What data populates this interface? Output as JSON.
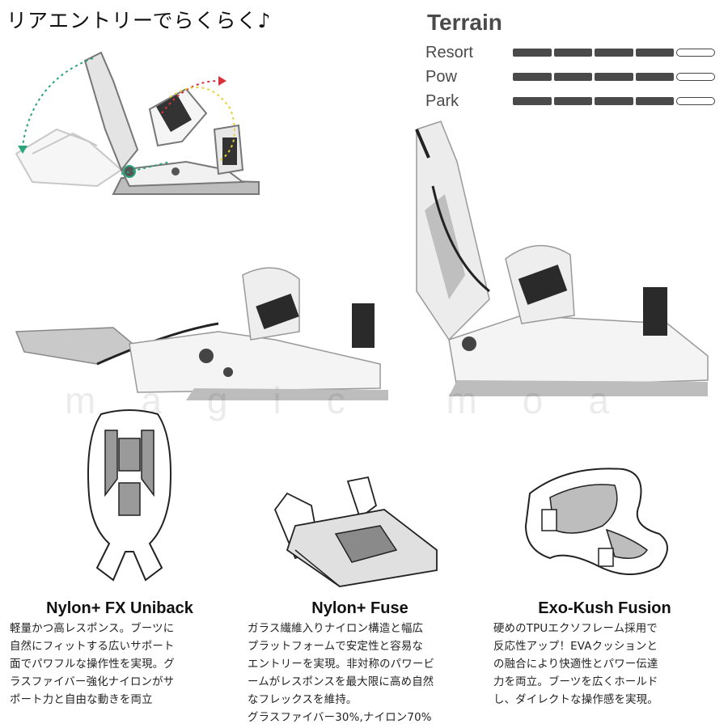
{
  "headline": "リアエントリーでらくらく♪",
  "terrain": {
    "title": "Terrain",
    "segments": 5,
    "rows": [
      {
        "label": "Resort",
        "level": 4
      },
      {
        "label": "Pow",
        "level": 4
      },
      {
        "label": "Park",
        "level": 4
      }
    ]
  },
  "watermark": "magic moa",
  "features": [
    {
      "title": "Nylon+ FX Uniback",
      "lines": [
        "軽量かつ高レスポンス。ブーツに",
        "自然にフィットする広いサポート",
        "面でパワフルな操作性を実現。グ",
        "ラスファイバー強化ナイロンがサ",
        "ポート力と自由な動きを両立"
      ]
    },
    {
      "title": "Nylon+ Fuse",
      "lines": [
        "ガラス繊維入りナイロン構造と幅広",
        "プラットフォームで安定性と容易な",
        "エントリーを実現。非対称のパワービ",
        "ームがレスポンスを最大限に高め自然",
        "なフレックスを維持。",
        "グラスファイバー30%,ナイロン70%"
      ]
    },
    {
      "title": "Exo-Kush Fusion",
      "lines": [
        "硬めのTPUエクソフレーム採用で",
        "反応性アップ！EVAクッションと",
        "の融合により快適性とパワー伝達",
        "力を両立。ブーツを広くホールド",
        "し、ダイレクトな操作感を実現。"
      ]
    }
  ],
  "colors": {
    "bar": "#4a4a4a",
    "arrow_green": "#2aa57a",
    "arrow_red": "#d8323a",
    "arrow_yellow": "#e4d23a"
  }
}
